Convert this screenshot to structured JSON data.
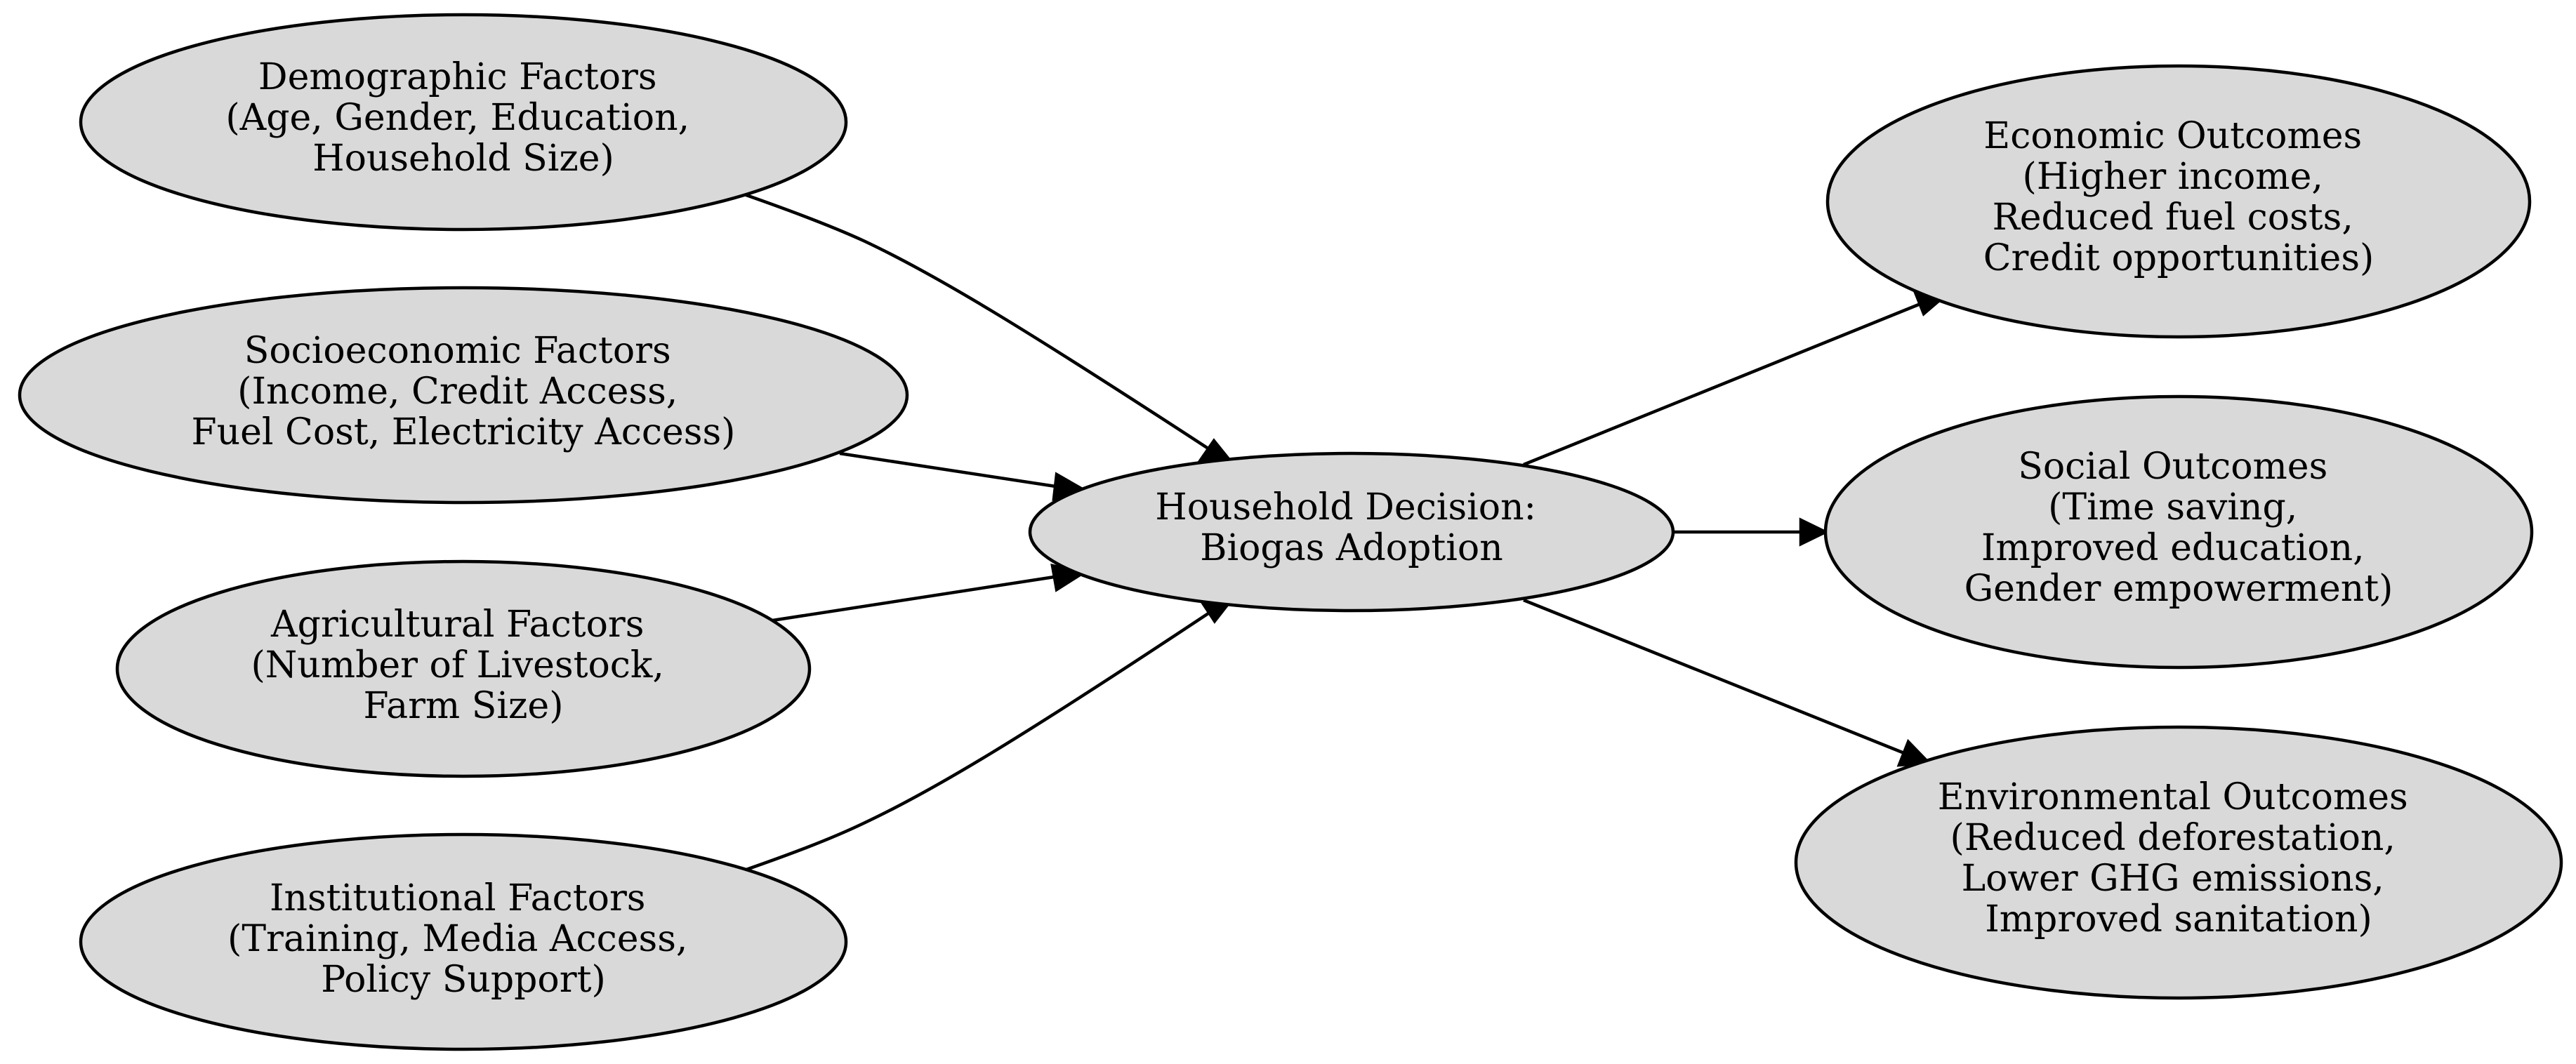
{
  "diagram": {
    "center": {
      "lines": [
        "Household Decision:",
        "Biogas Adoption"
      ]
    },
    "factors": [
      {
        "id": "demographic",
        "lines": [
          "Demographic Factors",
          "(Age, Gender, Education,",
          "Household Size)"
        ]
      },
      {
        "id": "socioeconomic",
        "lines": [
          "Socioeconomic Factors",
          "(Income, Credit Access,",
          "Fuel Cost, Electricity Access)"
        ]
      },
      {
        "id": "agricultural",
        "lines": [
          "Agricultural Factors",
          "(Number of Livestock,",
          "Farm Size)"
        ]
      },
      {
        "id": "institutional",
        "lines": [
          "Institutional Factors",
          "(Training, Media Access,",
          "Policy Support)"
        ]
      }
    ],
    "outcomes": [
      {
        "id": "economic",
        "lines": [
          "Economic Outcomes",
          "(Higher income,",
          "Reduced fuel costs,",
          "Credit opportunities)"
        ]
      },
      {
        "id": "social",
        "lines": [
          "Social Outcomes",
          "(Time saving,",
          "Improved education,",
          "Gender empowerment)"
        ]
      },
      {
        "id": "environmental",
        "lines": [
          "Environmental Outcomes",
          "(Reduced deforestation,",
          "Lower GHG emissions,",
          "Improved sanitation)"
        ]
      }
    ],
    "colors": {
      "node_fill": "#d9d9d9",
      "stroke": "#000000",
      "background": "#ffffff"
    }
  }
}
